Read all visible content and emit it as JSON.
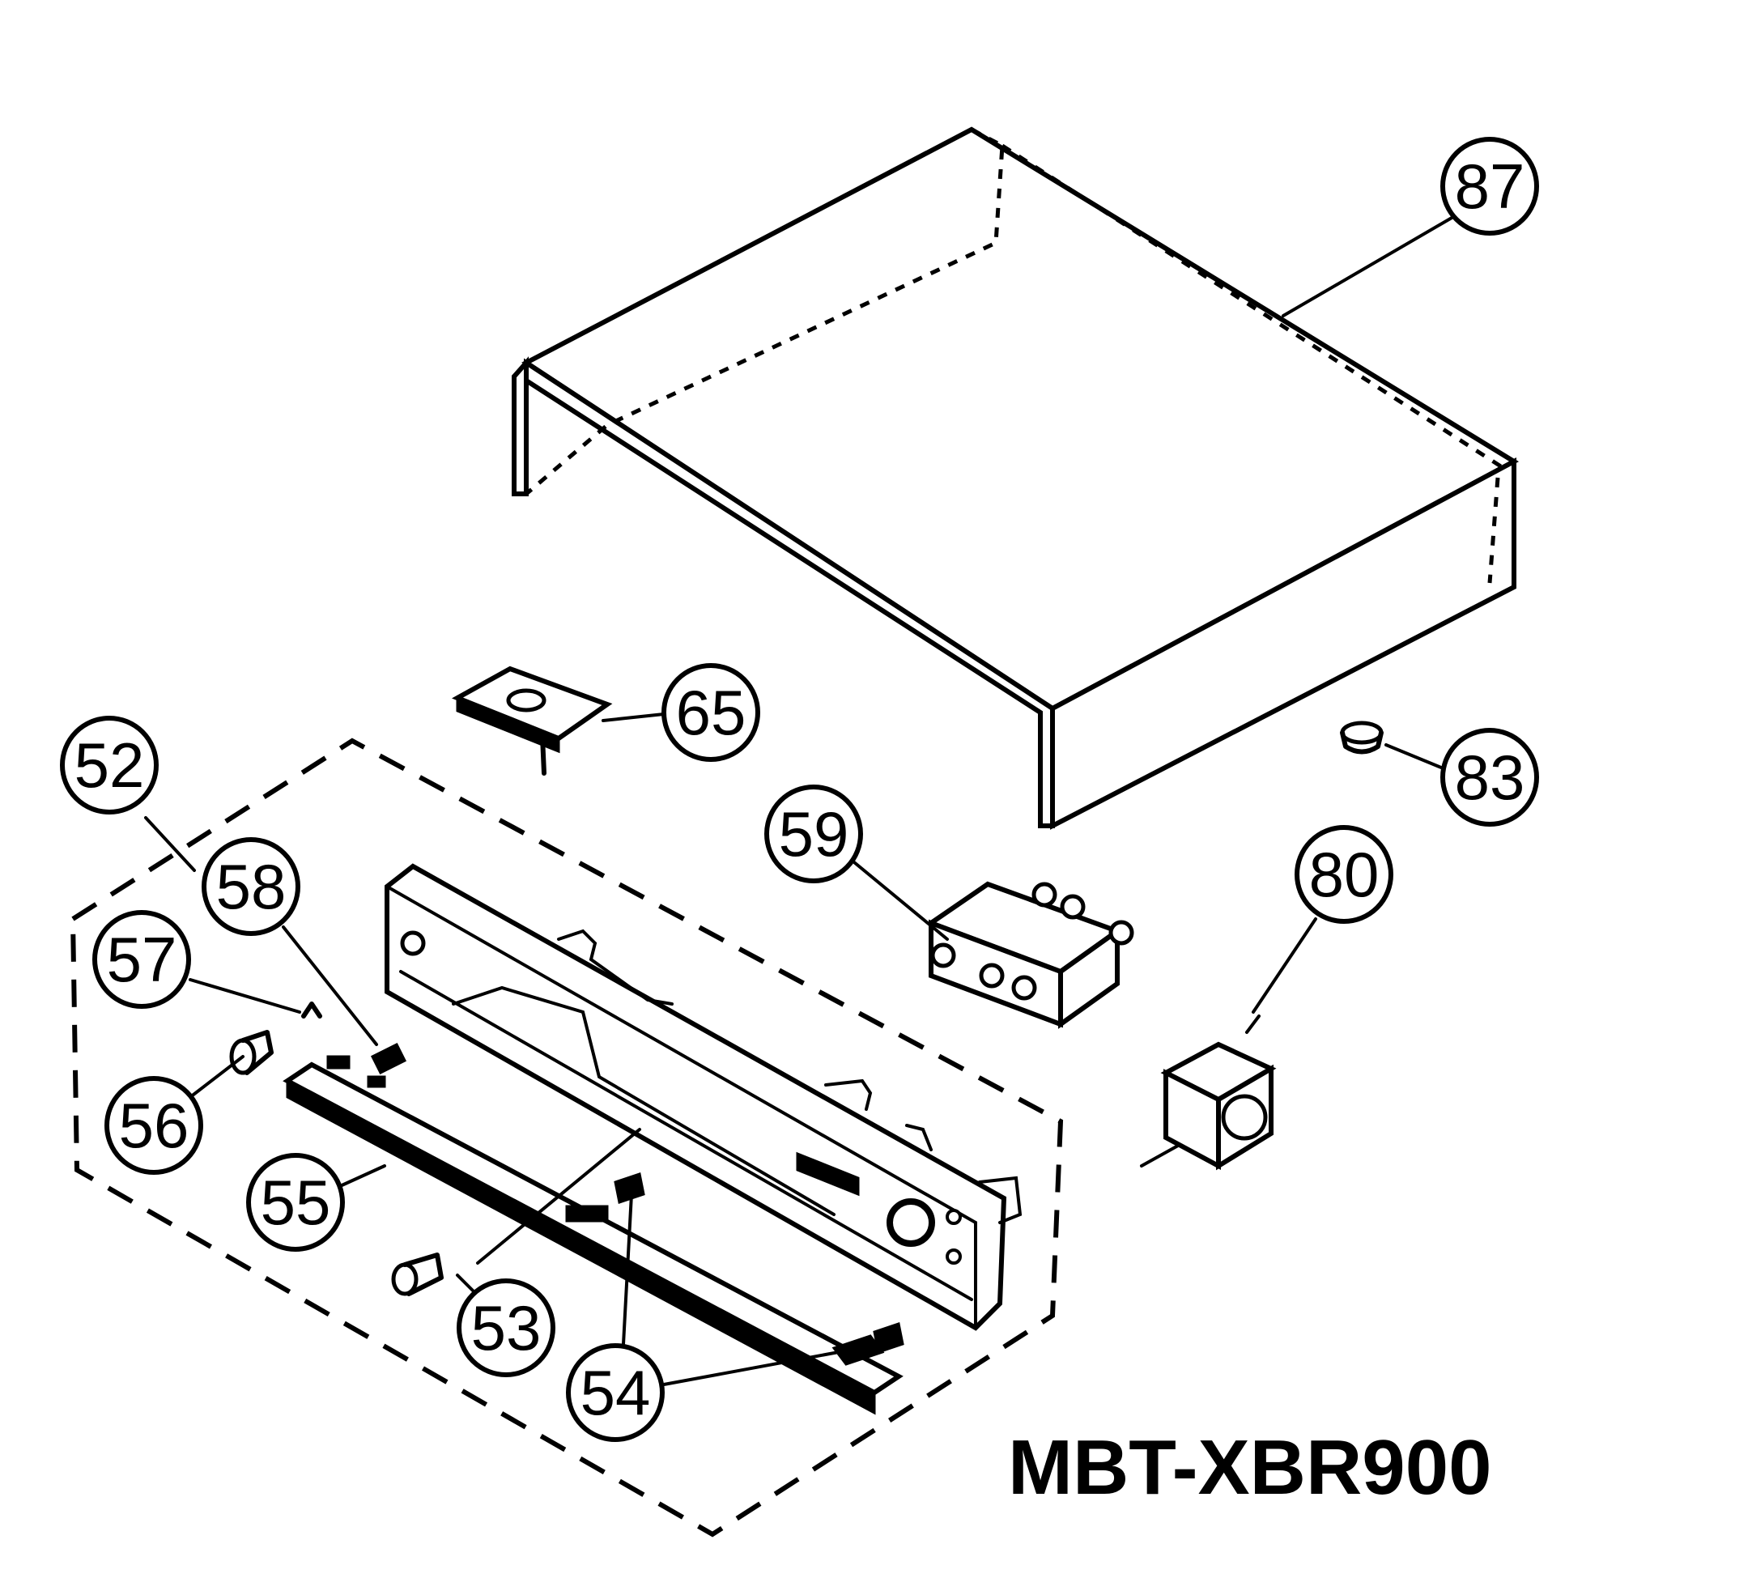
{
  "diagram": {
    "model": "MBT-XBR900",
    "callouts": [
      {
        "id": "87",
        "label": "87"
      },
      {
        "id": "65",
        "label": "65"
      },
      {
        "id": "52",
        "label": "52"
      },
      {
        "id": "83",
        "label": "83"
      },
      {
        "id": "59",
        "label": "59"
      },
      {
        "id": "80",
        "label": "80"
      },
      {
        "id": "58",
        "label": "58"
      },
      {
        "id": "57",
        "label": "57"
      },
      {
        "id": "56",
        "label": "56"
      },
      {
        "id": "55",
        "label": "55"
      },
      {
        "id": "53",
        "label": "53"
      },
      {
        "id": "54",
        "label": "54"
      }
    ]
  }
}
